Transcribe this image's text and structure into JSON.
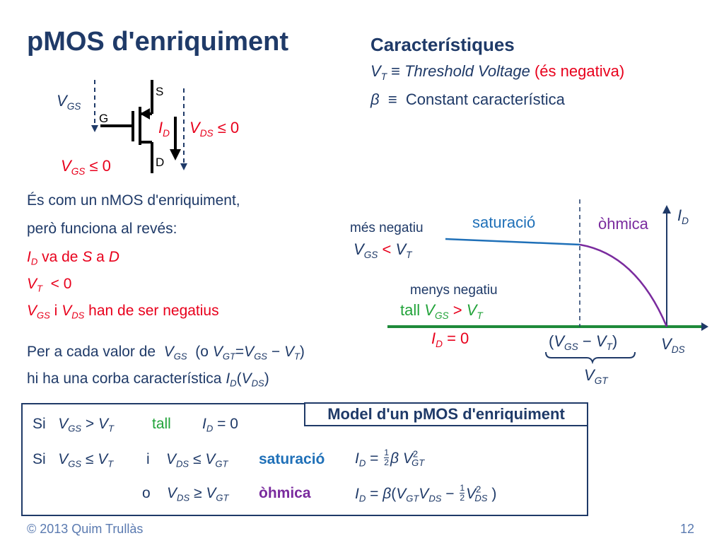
{
  "slide": {
    "title": "pMOS d'enriquiment",
    "characteristics_heading": "Característiques",
    "vt_def": {
      "sym": "V",
      "sub": "T",
      "equiv": "≡",
      "text": "Threshold Voltage",
      "note": "(és negativa)"
    },
    "beta_def": {
      "sym": "β",
      "equiv": "≡",
      "text": "Constant característica"
    }
  },
  "symbol": {
    "vgs": {
      "sym": "V",
      "sub": "GS"
    },
    "gate": "G",
    "source": "S",
    "drain": "D",
    "id": {
      "sym": "I",
      "sub": "D"
    },
    "vds_cond": {
      "sym": "V",
      "sub": "DS",
      "rel": "≤ 0"
    },
    "vgs_cond": {
      "sym": "V",
      "sub": "GS",
      "rel": "≤ 0"
    }
  },
  "description": {
    "line1": "És com un nMOS d'enriquiment,",
    "line2": "però funciona al revés:",
    "line3": {
      "sym": "I",
      "sub": "D",
      "text_a": "va de",
      "s": "S",
      "text_b": "a",
      "d": "D"
    },
    "line4": {
      "sym": "V",
      "sub": "T",
      "rel": "< 0"
    },
    "line5": {
      "sym1": "V",
      "sub1": "GS",
      "conj": "i",
      "sym2": "V",
      "sub2": "DS",
      "text": "han de ser negatius"
    },
    "line6": {
      "text": "Per a cada valor de",
      "vgs_sym": "V",
      "vgs_sub": "GS",
      "open": "(o",
      "vgt_sym": "V",
      "vgt_sub": "GT",
      "eq": "=",
      "vgs2_sym": "V",
      "vgs2_sub": "GS",
      "minus": "−",
      "vt_sym": "V",
      "vt_sub": "T",
      "close": ")"
    },
    "line7": {
      "text": "hi ha una corba característica",
      "sym": "I",
      "sub": "D",
      "arg_sym": "V",
      "arg_sub": "DS"
    }
  },
  "graph": {
    "axis_y": {
      "sym": "I",
      "sub": "D"
    },
    "axis_x": {
      "sym": "V",
      "sub": "DS"
    },
    "region_saturacio": "saturació",
    "region_ohmica": "òhmica",
    "mes_negatiu": "més negatiu",
    "curve_cond": {
      "sym1": "V",
      "sub1": "GS",
      "rel": "<",
      "sym2": "V",
      "sub2": "T"
    },
    "menys_negatiu": "menys negatiu",
    "tall": {
      "word": "tall",
      "sym1": "V",
      "sub1": "GS",
      "rel": ">",
      "sym2": "V",
      "sub2": "T"
    },
    "tall_current": {
      "sym": "I",
      "sub": "D",
      "rel": "= 0"
    },
    "vgs_minus_vt": {
      "open": "(",
      "sym1": "V",
      "sub1": "GS",
      "minus": "−",
      "sym2": "V",
      "sub2": "T",
      "close": ")"
    },
    "vgt": {
      "sym": "V",
      "sub": "GT"
    },
    "colors": {
      "saturation_curve": "#1f70b8",
      "ohmic_curve": "#7a2b9e",
      "cutoff_line": "#1e8a3a",
      "axis": "#1f3a68"
    }
  },
  "model": {
    "label": "Model d'un pMOS d'enriquiment",
    "row1": {
      "si": "Si",
      "vgs_sym": "V",
      "vgs_sub": "GS",
      "rel": ">",
      "vt_sym": "V",
      "vt_sub": "T",
      "region": "tall",
      "id_sym": "I",
      "id_sub": "D",
      "eq": "= 0"
    },
    "row2": {
      "si": "Si",
      "vgs_sym": "V",
      "vgs_sub": "GS",
      "rel": "≤",
      "vt_sym": "V",
      "vt_sub": "T",
      "conj": "i",
      "vds_sym": "V",
      "vds_sub": "DS",
      "rel2": "≤",
      "vgt_sym": "V",
      "vgt_sub": "GT",
      "region": "saturació",
      "formula": {
        "id_sym": "I",
        "id_sub": "D",
        "eq": "=",
        "num": "1",
        "den": "2",
        "beta": "β",
        "v_sym": "V",
        "v_sup": "2",
        "v_sub": "GT"
      }
    },
    "row3": {
      "conj": "o",
      "vds_sym": "V",
      "vds_sub": "DS",
      "rel": "≥",
      "vgt_sym": "V",
      "vgt_sub": "GT",
      "region": "òhmica",
      "formula": {
        "id_sym": "I",
        "id_sub": "D",
        "eq": "=",
        "beta": "β",
        "open": "(",
        "v1_sym": "V",
        "v1_sub": "GT",
        "v2_sym": "V",
        "v2_sub": "DS",
        "minus": "−",
        "num": "1",
        "den": "2",
        "v3_sym": "V",
        "v3_sup": "2",
        "v3_sub": "DS",
        "close": ")"
      }
    }
  },
  "footer": {
    "copyright": "© 2013 Quim Trullàs",
    "page": "12"
  }
}
